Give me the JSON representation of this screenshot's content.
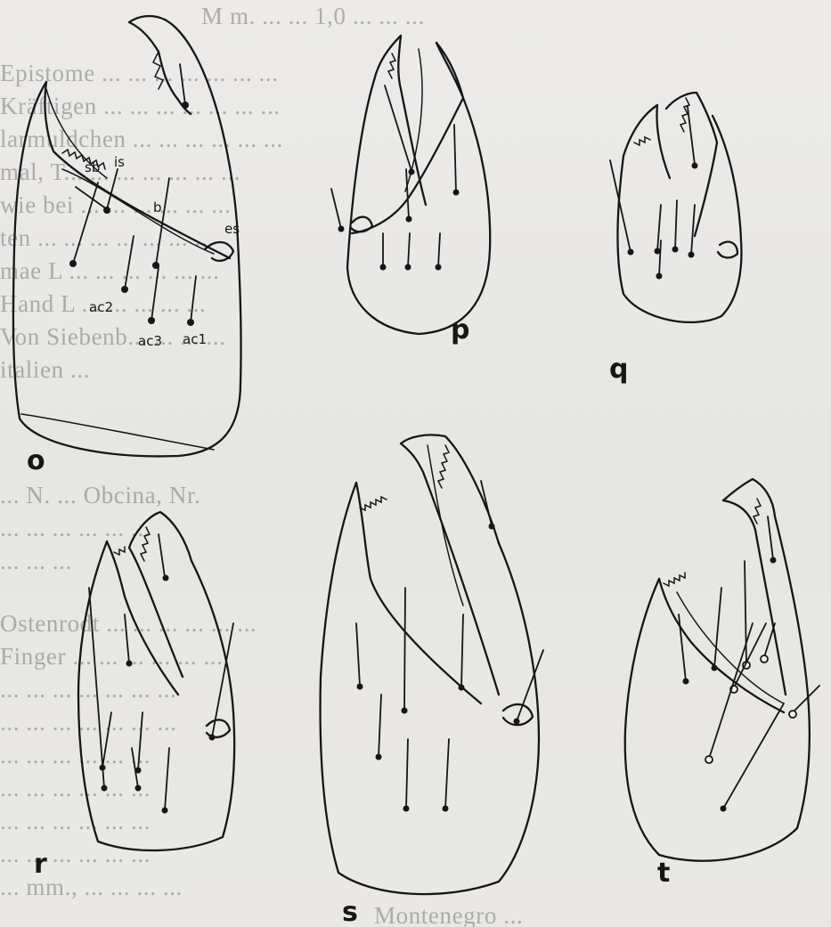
{
  "ghost_text": [
    [
      "M  m.  ...  ...  1,0 ...  ...  ..."
    ],
    [
      "Epistome  ...  ...  ...  ...  ...  ...  ...",
      "Kräftigen  ...  ...  ...  ...  ...  ...  ...",
      "larmuldchen  ...  ...  ...  ...  ...  ...",
      "mal,  T...  ...  ...  ...  ...  ...  ...",
      "wie  bei  ...  ...  ...  ...  ...  ...",
      "ten  ...  ...  ...  ...  ...  ...  ...",
      "mae  L  ...  ...  ...  ...  ...  ...",
      "Hand  L  ...  ...  ...  ...  ...",
      "Von  Siebenb...  ...  ...  ...",
      "italien ..."
    ],
    [
      "... N. ... Obcina, Nr.",
      "... ... ...  ...  ...  ...",
      "... ... ..."
    ],
    [
      "Ostenrodt  ...  ...  ...  ...  ...  ...",
      "Finger  ...  ...  ...  ...  ...  ...",
      "...  ...  ...  ...  ...  ...  ...",
      "...  ...  ...  ...  ...  ...  ...",
      "...  ...  ...  ...  ...  ...",
      "...  ...  ...  ...  ...  ...",
      "...  ...  ...  ...  ...  ...",
      "...  ...  ...  ...  ...  ...",
      "... mm., ...  ...  ...  ..."
    ],
    [
      "Montenegro ..."
    ]
  ],
  "figure_labels": {
    "o": "o",
    "p": "p",
    "q": "q",
    "r": "r",
    "s": "s",
    "t": "t"
  },
  "trichobothria_labels": {
    "sb": "sb",
    "is": "is",
    "b": "b",
    "es": "es",
    "ac2": "ac2",
    "ac3": "ac3",
    "ac1": "ac1"
  }
}
